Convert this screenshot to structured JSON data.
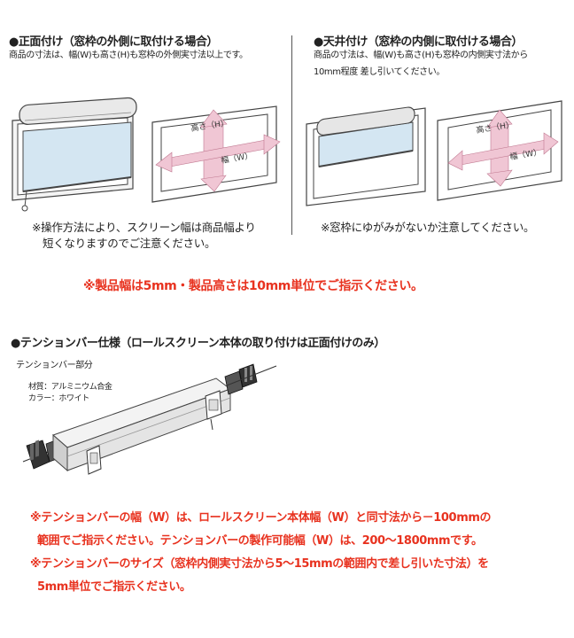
{
  "left_section": {
    "heading": "●正面付け（窓枠の外側に取付ける場合）",
    "desc": "商品の寸法は、幅(W)も高さ(H)も窓枠の外側実寸法以上です。",
    "diagram_height_label": "高さ（H）",
    "diagram_width_label": "幅（W）",
    "note_line1": "※操作方法により、スクリーン幅は商品幅より",
    "note_line2": "短くなりますのでご注意ください。"
  },
  "right_section": {
    "heading": "●天井付け（窓枠の内側に取付ける場合）",
    "desc_line1": "商品の寸法は、幅(W)も高さ(H)も窓枠の内側実寸法から",
    "desc_line2": "10mm程度 差し引いてください。",
    "diagram_height_label": "高さ（H）",
    "diagram_width_label": "幅（W）",
    "note": "※窓枠にゆがみがないか注意してください。"
  },
  "unit_notice": "※製品幅は5mm・製品高さは10mm単位でご指示ください。",
  "tension_section": {
    "heading": "●テンションバー仕様（ロールスクリーン本体の取り付けは正面付けのみ）",
    "part_label": "テンションバー部分",
    "material": "材質：アルミニウム合金",
    "color": "カラー：ホワイト"
  },
  "bottom_notes": {
    "line1": "※テンションバーの幅（W）は、ロールスクリーン本体幅（W）と同寸法から－100mmの",
    "line2": "範囲でご指示ください。テンションバーの製作可能幅（W）は、200～1800mmです。",
    "line3": "※テンションバーのサイズ（窓枠内側実寸法から5～15mmの範囲内で差し引いた寸法）を",
    "line4": "5mm単位でご指示ください。"
  },
  "colors": {
    "accent_red": "#e8321f",
    "screen_blue": "#d4e6f2",
    "arrow_pink": "#f0c6d4"
  }
}
